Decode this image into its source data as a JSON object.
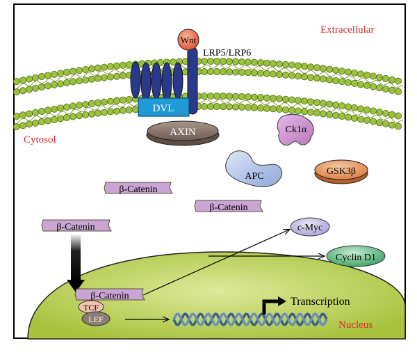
{
  "regions": {
    "extracellular": "Extracellular",
    "cytosol": "Cytosol",
    "nucleus": "Nucleus"
  },
  "molecules": {
    "wnt": "Wnt",
    "receptor": "LRP5/LRP6",
    "dvl": "DVL",
    "axin": "AXIN",
    "ck1a": "Ck1α",
    "apc": "APC",
    "gsk3b": "GSK3β",
    "beta_catenin": "β-Catenin",
    "c_myc": "c-Myc",
    "cyclin_d1": "Cyclin D1",
    "tcf": "TCF",
    "lef": "LEF",
    "transcription": "Transcription"
  },
  "colors": {
    "region_label": "#e0282b",
    "membrane_bead": "#9bc23c",
    "nucleus_fill": "#c6d95a",
    "catenin": "#c9a4d4",
    "dvl": "#1f9ad6",
    "axin": "#8e7b6f",
    "gsk3b": "#e0804a",
    "cyclin": "#3fa36a",
    "dna": "#3a5f8a",
    "wnt": "#e8603c"
  }
}
